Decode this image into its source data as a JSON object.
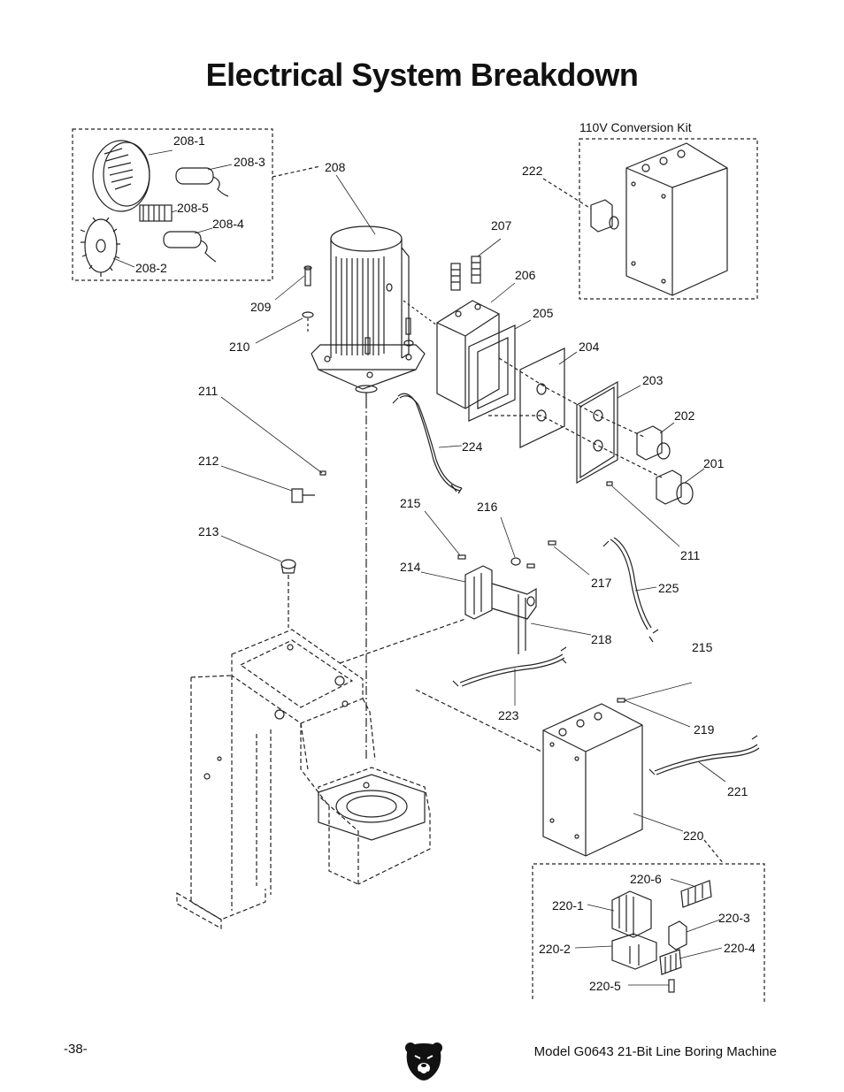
{
  "title": "Electrical System Breakdown",
  "kit_label": "110V Conversion Kit",
  "footer": {
    "page": "-38-",
    "model": "Model G0643  21-Bit Line Boring Machine"
  },
  "logo_icon": "bear-head-logo-icon",
  "labels": {
    "p208_1": "208-1",
    "p208_3": "208-3",
    "p208_5": "208-5",
    "p208_4": "208-4",
    "p208_2": "208-2",
    "p208": "208",
    "p222": "222",
    "p207": "207",
    "p206": "206",
    "p205": "205",
    "p204": "204",
    "p203": "203",
    "p202": "202",
    "p201": "201",
    "p209": "209",
    "p210": "210",
    "p211a": "211",
    "p211b": "211",
    "p212": "212",
    "p213": "213",
    "p224": "224",
    "p215a": "215",
    "p215b": "215",
    "p216": "216",
    "p214": "214",
    "p217": "217",
    "p225": "225",
    "p218": "218",
    "p223": "223",
    "p219": "219",
    "p221": "221",
    "p220": "220",
    "p220_6": "220-6",
    "p220_1": "220-1",
    "p220_3": "220-3",
    "p220_2": "220-2",
    "p220_4": "220-4",
    "p220_5": "220-5"
  }
}
